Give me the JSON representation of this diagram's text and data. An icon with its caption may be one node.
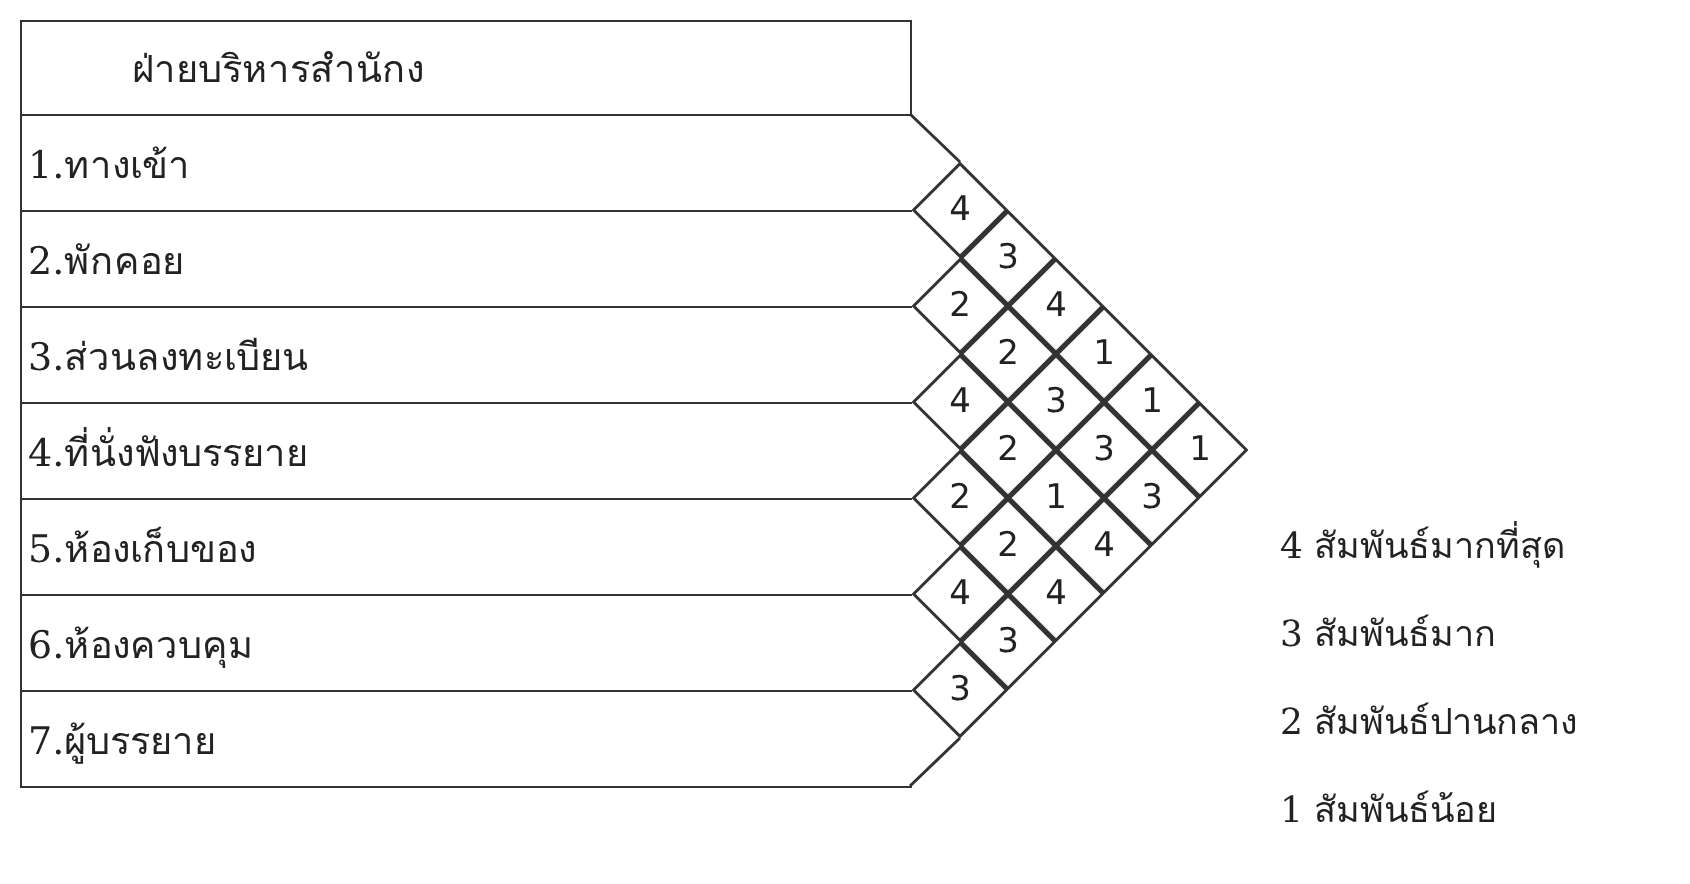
{
  "diagram": {
    "nodes": [
      {
        "text": [
          "ฝ่ายบริหารสำนักง"
        ]
      },
      {
        "text": [
          "1.ทางเข้า"
        ]
      },
      {
        "text": [
          "2.พักคอย"
        ]
      },
      {
        "text": [
          "3.ส่วนลงทะเบียน"
        ]
      },
      {
        "text": [
          "4.ที่นั่งฟังบรรยาย"
        ]
      },
      {
        "text": [
          "5.ห้องเก็บของ"
        ]
      },
      {
        "text": [
          "6.ห้องควบคุม"
        ]
      },
      {
        "text": [
          "7.ผู้บรรยาย"
        ]
      },
      {
        "text": [
          "4"
        ]
      },
      {
        "text": [
          "3"
        ]
      },
      {
        "text": [
          "4"
        ]
      },
      {
        "text": [
          "2"
        ]
      },
      {
        "text": [
          "2"
        ]
      },
      {
        "text": [
          "1"
        ]
      },
      {
        "text": [
          "4"
        ]
      },
      {
        "text": [
          "3"
        ]
      },
      {
        "text": [
          "1"
        ]
      },
      {
        "text": [
          "2"
        ]
      },
      {
        "text": [
          "3"
        ]
      },
      {
        "text": [
          "1"
        ]
      },
      {
        "text": [
          "2"
        ]
      },
      {
        "text": [
          "1"
        ]
      },
      {
        "text": [
          "3"
        ]
      },
      {
        "text": [
          "2"
        ]
      },
      {
        "text": [
          "4"
        ]
      },
      {
        "text": [
          "4"
        ]
      },
      {
        "text": [
          "4"
        ]
      },
      {
        "text": [
          "3"
        ]
      },
      {
        "text": [
          "3"
        ]
      }
    ],
    "labels": [
      "4 สัมพันธ์มากที่สุด",
      "3 สัมพันธ์มาก",
      "2 สัมพันธ์ปานกลาง",
      "1 สัมพันธ์น้อย"
    ]
  }
}
